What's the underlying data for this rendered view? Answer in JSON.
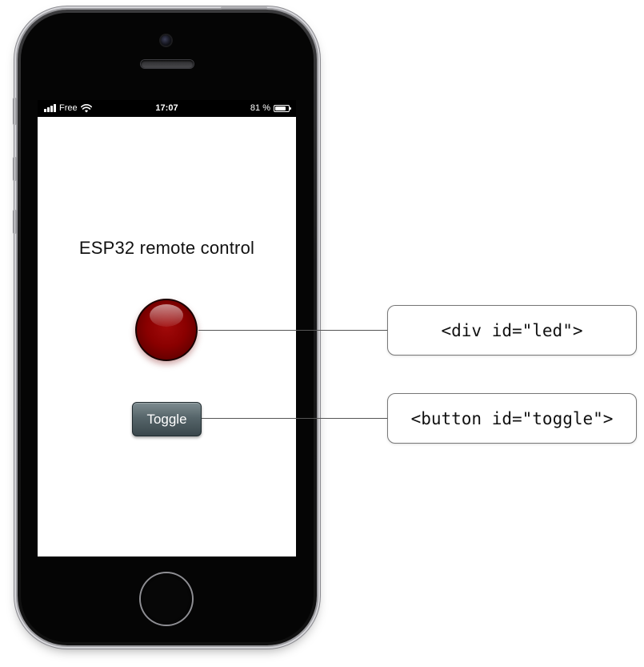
{
  "status_bar": {
    "carrier": "Free",
    "time": "17:07",
    "battery_text": "81 %",
    "battery_level": 0.81
  },
  "app": {
    "title": "ESP32 remote control",
    "led_color": "#8a0000",
    "toggle_label": "Toggle"
  },
  "callouts": {
    "led": "<div id=\"led\">",
    "toggle": "<button id=\"toggle\">"
  },
  "icons": {
    "signal": "signal-bars-icon",
    "wifi": "wifi-icon",
    "battery": "battery-icon"
  }
}
